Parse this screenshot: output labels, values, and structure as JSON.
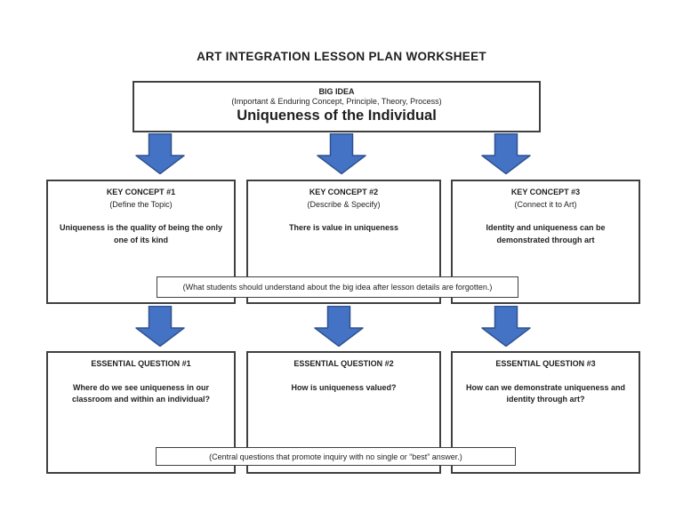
{
  "page": {
    "title": "ART INTEGRATION LESSON PLAN WORKSHEET"
  },
  "big_idea": {
    "heading": "BIG IDEA",
    "subheading": "(Important & Enduring Concept, Principle, Theory, Process)",
    "value": "Uniqueness of the Individual"
  },
  "key_concepts": [
    {
      "heading": "KEY CONCEPT #1",
      "subheading": "(Define the Topic)",
      "body": "Uniqueness is the quality of being the only one of its kind"
    },
    {
      "heading": "KEY CONCEPT #2",
      "subheading": "(Describe & Specify)",
      "body": "There is value in uniqueness"
    },
    {
      "heading": "KEY CONCEPT #3",
      "subheading": "(Connect it to Art)",
      "body": "Identity and uniqueness can be demonstrated through art"
    }
  ],
  "key_concept_note": "(What students should understand about the big idea after lesson details are forgotten.)",
  "essential_questions": [
    {
      "heading": "ESSENTIAL QUESTION #1",
      "body": "Where do we see uniqueness in our classroom and within an individual?"
    },
    {
      "heading": "ESSENTIAL QUESTION #2",
      "body": "How is uniqueness valued?"
    },
    {
      "heading": "ESSENTIAL QUESTION #3",
      "body": "How can we demonstrate uniqueness and identity through art?"
    }
  ],
  "essential_question_note": "(Central questions that promote inquiry with no single or “best” answer.)",
  "colors": {
    "arrow_fill": "#4472C4",
    "arrow_border": "#2F528F",
    "box_border": "#404040",
    "background": "#FFFFFF"
  }
}
